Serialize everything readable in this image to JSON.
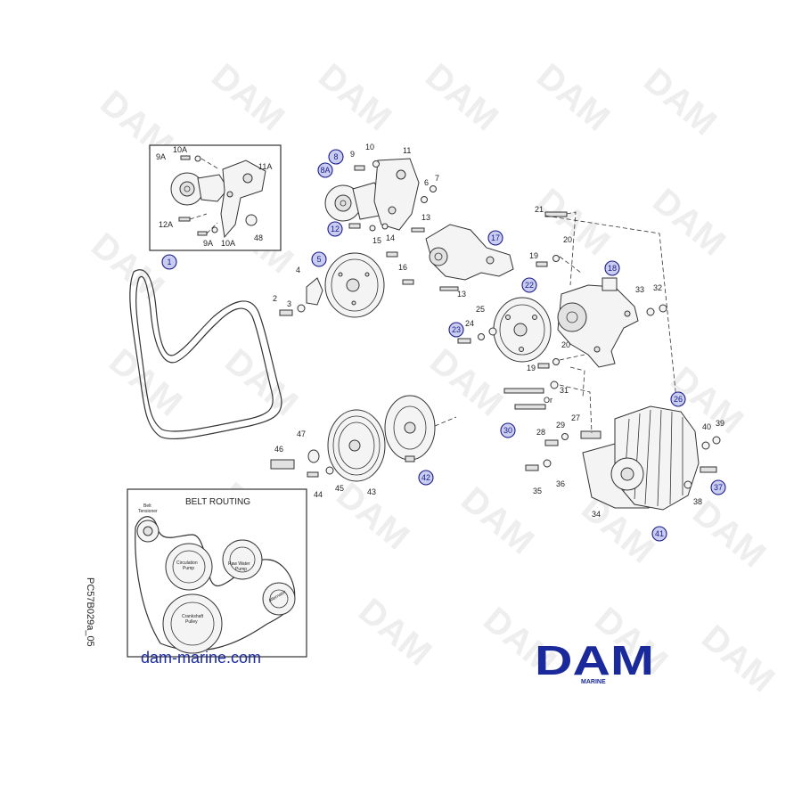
{
  "watermark": "DAM",
  "drawing_code": "PC57B029a_05",
  "inset": {
    "title": "BELT ROUTING"
  },
  "routing": {
    "belt_tensioner": [
      "Belt",
      "Tensioner"
    ],
    "circulation_pump": [
      "Circulation",
      "Pump"
    ],
    "raw_water_pump": [
      "Raw Water",
      "Pump"
    ],
    "alternator": "Alternator",
    "crankshaft_pulley": [
      "Crankshaft",
      "Pulley"
    ]
  },
  "website": "dam-marine.com",
  "logo": {
    "text": "DAM",
    "subtext": "MARINE"
  },
  "or_label": "Or",
  "callouts": {
    "c1": "1",
    "c5": "5",
    "c8": "8",
    "c8A": "8A",
    "c12": "12",
    "c17": "17",
    "c18": "18",
    "c22": "22",
    "c23": "23",
    "c26": "26",
    "c30": "30",
    "c37": "37",
    "c41": "41",
    "c42": "42"
  },
  "labels": {
    "l2": "2",
    "l3": "3",
    "l4": "4",
    "l6": "6",
    "l7": "7",
    "l9": "9",
    "l10": "10",
    "l11": "11",
    "l13a": "13",
    "l13b": "13",
    "l14": "14",
    "l15": "15",
    "l16": "16",
    "l19a": "19",
    "l19b": "19",
    "l20a": "20",
    "l20b": "20",
    "l21": "21",
    "l24": "24",
    "l25": "25",
    "l27": "27",
    "l28": "28",
    "l29": "29",
    "l31": "31",
    "l32": "32",
    "l33": "33",
    "l34": "34",
    "l35": "35",
    "l36": "36",
    "l38": "38",
    "l39": "39",
    "l40": "40",
    "l43": "43",
    "l44": "44",
    "l45": "45",
    "l46": "46",
    "l47": "47",
    "l48": "48",
    "l9A_a": "9A",
    "l9A_b": "9A",
    "l10A_a": "10A",
    "l10A_b": "10A",
    "l11A": "11A",
    "l12A": "12A"
  }
}
